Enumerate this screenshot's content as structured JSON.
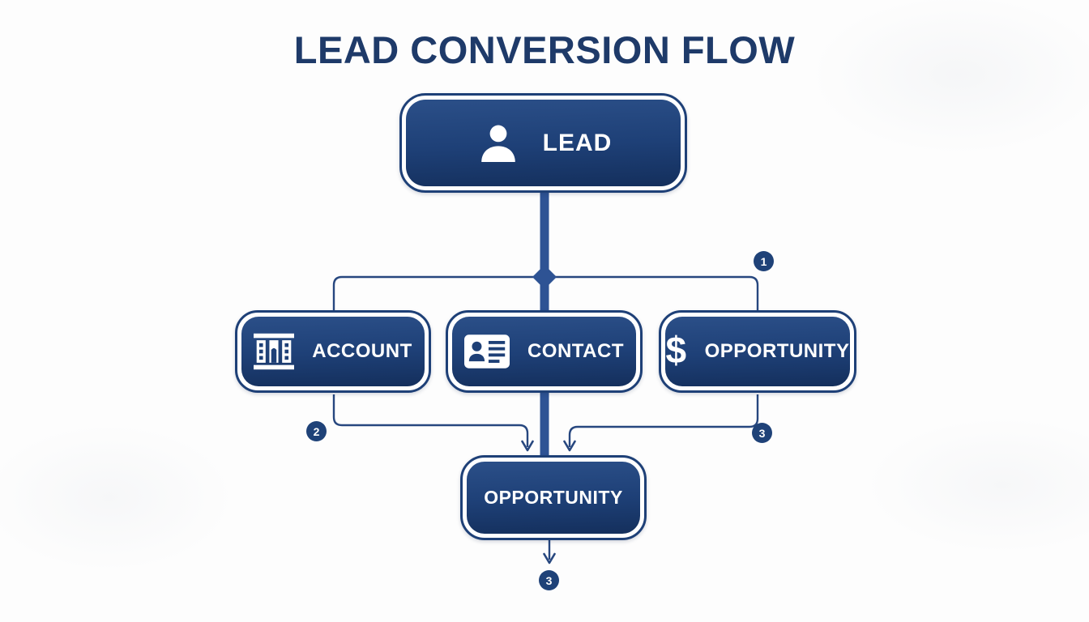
{
  "title": "LEAD CONVERSION FLOW",
  "diagram": {
    "nodes": {
      "lead": {
        "label": "LEAD",
        "icon": "person-icon"
      },
      "account": {
        "label": "ACCOUNT",
        "icon": "building-icon"
      },
      "contact": {
        "label": "CONTACT",
        "icon": "id-card-icon"
      },
      "opportunity": {
        "label": "OPPORTUNITY",
        "icon": "dollar-icon"
      },
      "opportunity_final": {
        "label": "OPPORTUNITY",
        "icon": "none"
      }
    },
    "badges": {
      "top_right": "1",
      "bottom_left": "2",
      "bottom_right": "3",
      "final": "3"
    },
    "icons": {
      "dollar_glyph": "$"
    }
  },
  "colors": {
    "title": "#1e3a69",
    "box_border": "#1e4077",
    "box_fill_top": "#2b4f88",
    "box_fill_mid": "#1e4077",
    "box_fill_bottom": "#142f5c",
    "connector": "#27477f",
    "thick_line": "#2e5394",
    "badge": "#1f4278",
    "badge_text": "#ffffff",
    "box_text": "#ffffff",
    "background": "#fdfdfd"
  }
}
